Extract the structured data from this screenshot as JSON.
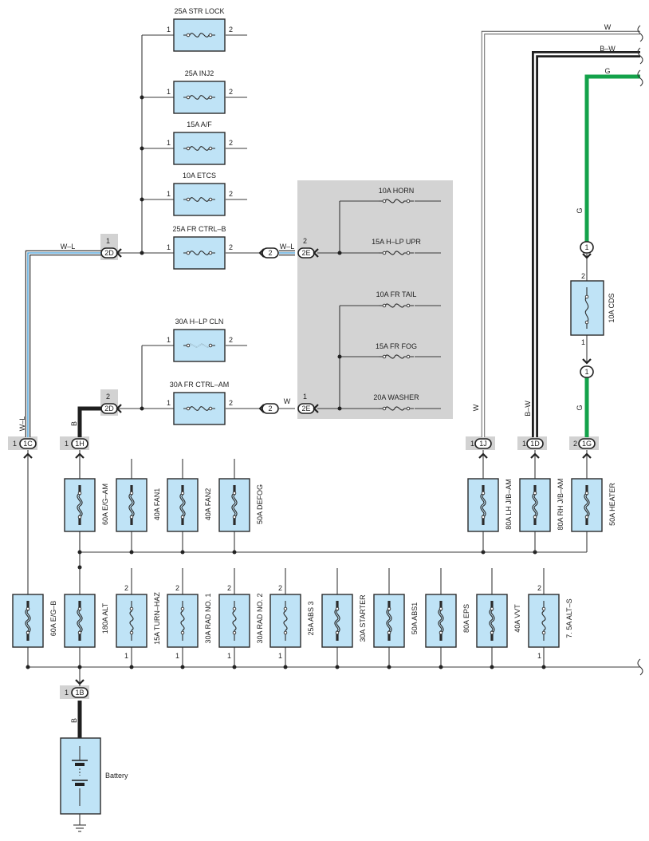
{
  "colors": {
    "fuse_body": "#bfe3f6",
    "jb_shade": "#d3d3d3",
    "wire_b": "#1f1f1f",
    "wire_g": "#13a24a",
    "wire_wl": "#5aa9dc"
  },
  "relay_block_fuses": [
    {
      "label": "25A STR LOCK",
      "pin_left": "1",
      "pin_right": "2"
    },
    {
      "label": "25A INJ2",
      "pin_left": "1",
      "pin_right": "2"
    },
    {
      "label": "15A A/F",
      "pin_left": "1",
      "pin_right": "2"
    },
    {
      "label": "10A ETCS",
      "pin_left": "1",
      "pin_right": "2"
    },
    {
      "label": "25A FR CTRL–B",
      "pin_left": "1",
      "pin_right": "2"
    },
    {
      "label": "30A H–LP CLN",
      "pin_left": "1",
      "pin_right": "2"
    },
    {
      "label": "30A FR CTRL–AM",
      "pin_left": "1",
      "pin_right": "2"
    }
  ],
  "junction_block_fuses": [
    "10A HORN",
    "15A H–LP UPR",
    "10A FR TAIL",
    "15A FR FOG",
    "20A WASHER"
  ],
  "connectors": {
    "c2d_top": {
      "code": "2D",
      "pin": "1"
    },
    "c2d_bot": {
      "code": "2D",
      "pin": "2"
    },
    "c2e_top": {
      "code": "2E",
      "pin": "2"
    },
    "c2e_bot": {
      "code": "2E",
      "pin": "1"
    },
    "oval2": "2",
    "c1c": {
      "code": "1C",
      "pin": "1"
    },
    "c1h": {
      "code": "1H",
      "pin": "1"
    },
    "c1j": {
      "code": "1J",
      "pin": "1"
    },
    "c1d": {
      "code": "1D",
      "pin": "1"
    },
    "c1g": {
      "code": "1G",
      "pin": "2"
    },
    "c1b": {
      "code": "1B",
      "pin": "1"
    },
    "oval1": "1"
  },
  "wire_labels": {
    "wl": "W–L",
    "w": "W",
    "b": "B",
    "bw": "B–W",
    "g": "G"
  },
  "cds_fuse": {
    "label": "10A CDS",
    "pin_top": "2",
    "pin_bottom": "1"
  },
  "upper_row_fuses": [
    "60A E/G–AM",
    "40A FAN1",
    "40A FAN2",
    "50A DEFOG"
  ],
  "right_upper_fuses": [
    "80A LH J/B–AM",
    "80A RH J/B–AM",
    "50A HEATER"
  ],
  "lower_row_fuses": [
    {
      "label": "60A E/G–B",
      "pins": false
    },
    {
      "label": "180A ALT",
      "pins": false
    },
    {
      "label": "15A TURN–HAZ",
      "pins": true
    },
    {
      "label": "30A RAD NO. 1",
      "pins": true
    },
    {
      "label": "30A RAD NO. 2",
      "pins": true
    },
    {
      "label": "25A ABS 3",
      "pins": true
    },
    {
      "label": "30A STARTER",
      "pins": false
    },
    {
      "label": "50A ABS1",
      "pins": false
    },
    {
      "label": "80A EPS",
      "pins": false
    },
    {
      "label": "40A VVT",
      "pins": false
    },
    {
      "label": "7. 5A ALT–S",
      "pins": true
    }
  ],
  "pin_numbers": {
    "top": "2",
    "bottom": "1"
  },
  "battery_label": "Battery"
}
